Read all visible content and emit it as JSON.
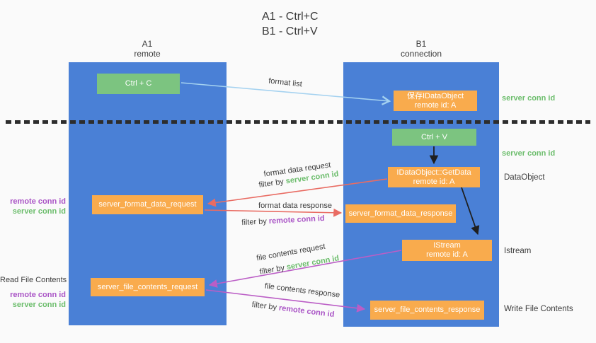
{
  "title": {
    "line1": "A1 - Ctrl+C",
    "line2": "B1 - Ctrl+V"
  },
  "lanes": {
    "a1": {
      "title": "A1",
      "subtitle": "remote"
    },
    "b1": {
      "title": "B1",
      "subtitle": "connection"
    }
  },
  "nodes": {
    "ctrl_c": {
      "label": "Ctrl + C"
    },
    "ctrl_v": {
      "label": "Ctrl + V"
    },
    "save_idataobject": {
      "line1": "保存IDataObject",
      "line2": "remote id: A"
    },
    "getdata": {
      "line1": "IDataObject::GetData",
      "line2": "remote id: A"
    },
    "istream": {
      "line1": "IStream",
      "line2": "remote id: A"
    },
    "format_request": {
      "label": "server_format_data_request"
    },
    "format_response": {
      "label": "server_format_data_response"
    },
    "file_request": {
      "label": "server_file_contents_request"
    },
    "file_response": {
      "label": "server_file_contents_response"
    }
  },
  "labels": {
    "format_list": "format list",
    "format_data_request": "format data request",
    "format_data_response": "format data response",
    "file_contents_request": "file contents request",
    "file_contents_response": "file contents response",
    "filter_by": "filter by",
    "server_conn_id": "server conn id",
    "remote_conn_id": "remote conn id",
    "dataobject": "DataObject",
    "istream": "Istream",
    "read_file_contents": "Read File Contents",
    "write_file_contents": "Write File Contents"
  },
  "colors": {
    "lane_blue": "#4a80d6",
    "node_green": "#7cc480",
    "node_orange": "#f9ab4d",
    "arrow_red": "#e96c63",
    "arrow_purple": "#bb5ec6",
    "arrow_light_blue": "#a5d2f0",
    "arrow_black": "#1f1f1f",
    "label_green": "#6cbd6c",
    "label_purple": "#aa55c6",
    "text_dark": "#3c3c3c",
    "background": "#fafafa"
  }
}
